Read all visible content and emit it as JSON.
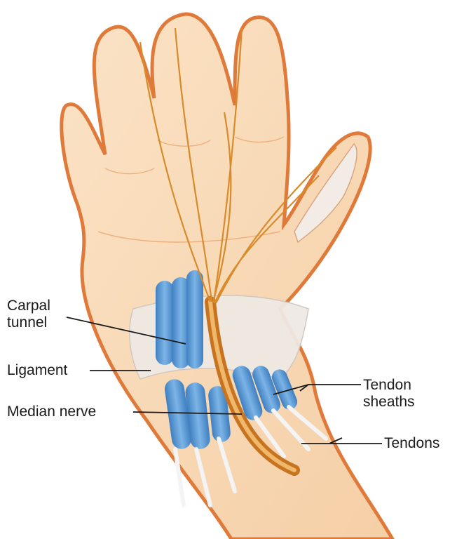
{
  "labels": {
    "carpal_tunnel": [
      "Carpal",
      "tunnel"
    ],
    "ligament": "Ligament",
    "median_nerve": "Median nerve",
    "tendon_sheaths": [
      "Tendon",
      "sheaths"
    ],
    "tendons": "Tendons"
  },
  "colors": {
    "skin_fill": "#f8d9b5",
    "skin_outline": "#e07a3a",
    "tendon_sheath": "#5b9bd5",
    "nerve": "#d98b2b",
    "ligament": "#efe9e4"
  }
}
